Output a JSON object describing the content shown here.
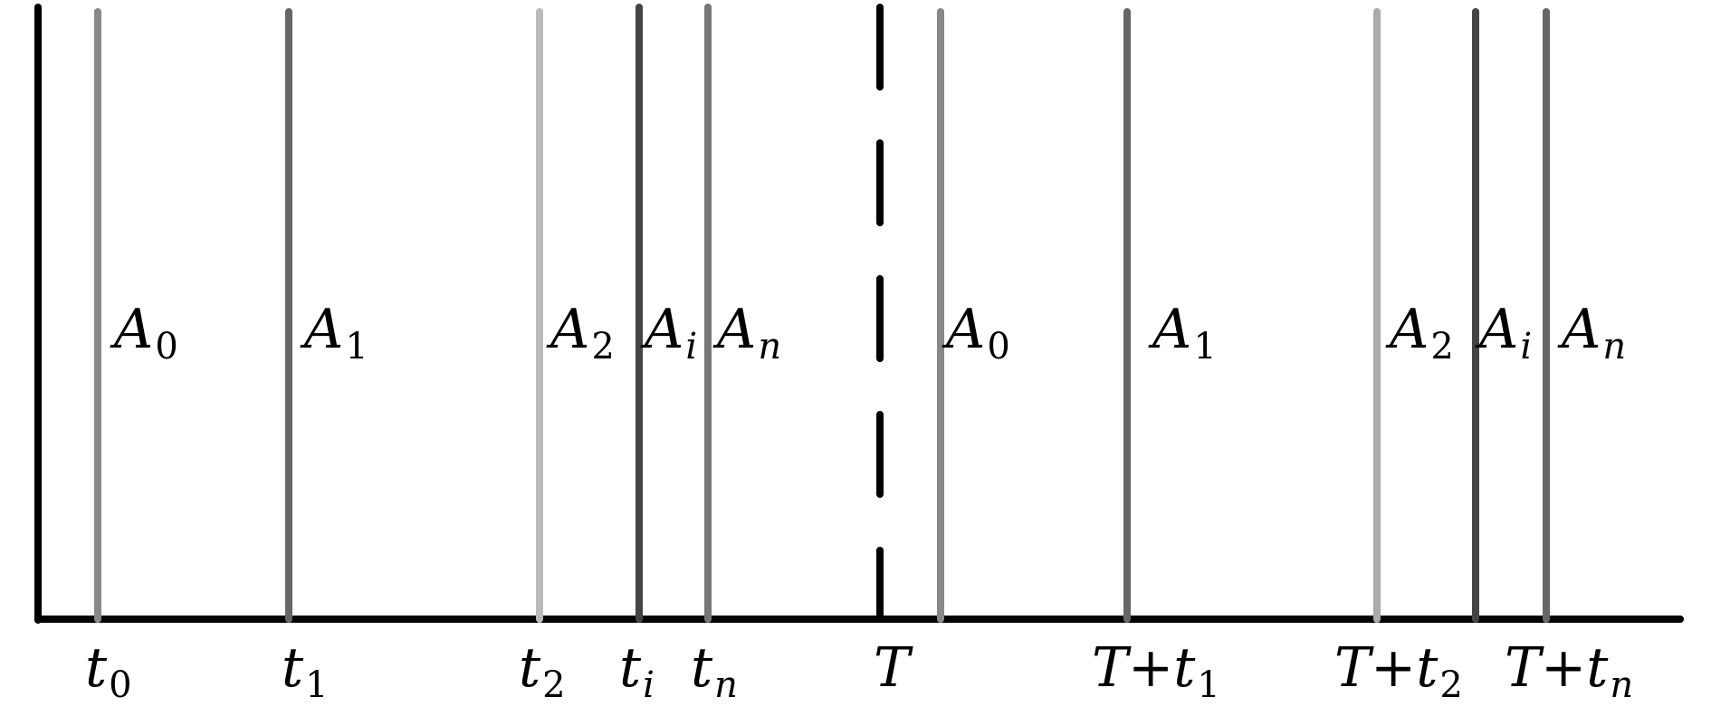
{
  "diagram": {
    "period_label": "T",
    "pulses": [
      {
        "amp_main": "A",
        "amp_sub": "0",
        "sub_italic": false,
        "tick_main": "t",
        "tick_sub": "0",
        "tick_sub_italic": false,
        "color": "#888888"
      },
      {
        "amp_main": "A",
        "amp_sub": "1",
        "sub_italic": false,
        "tick_main": "t",
        "tick_sub": "1",
        "tick_sub_italic": false,
        "color": "#666666"
      },
      {
        "amp_main": "A",
        "amp_sub": "2",
        "sub_italic": false,
        "tick_main": "t",
        "tick_sub": "2",
        "tick_sub_italic": false,
        "color": "#bbbbbb"
      },
      {
        "amp_main": "A",
        "amp_sub": "i",
        "sub_italic": true,
        "tick_main": "t",
        "tick_sub": "i",
        "tick_sub_italic": true,
        "color": "#444444"
      },
      {
        "amp_main": "A",
        "amp_sub": "n",
        "sub_italic": true,
        "tick_main": "t",
        "tick_sub": "n",
        "tick_sub_italic": true,
        "color": "#777777"
      },
      {
        "amp_main": "A",
        "amp_sub": "0",
        "sub_italic": false,
        "tick_main": "",
        "tick_sub": "",
        "tick_sub_italic": false,
        "color": "#888888"
      },
      {
        "amp_main": "A",
        "amp_sub": "1",
        "sub_italic": false,
        "tick_main": "T+t",
        "tick_sub": "1",
        "tick_sub_italic": false,
        "color": "#666666"
      },
      {
        "amp_main": "A",
        "amp_sub": "2",
        "sub_italic": false,
        "tick_main": "T+t",
        "tick_sub": "2",
        "tick_sub_italic": false,
        "color": "#aaaaaa"
      },
      {
        "amp_main": "A",
        "amp_sub": "i",
        "sub_italic": true,
        "tick_main": "",
        "tick_sub": "",
        "tick_sub_italic": false,
        "color": "#444444"
      },
      {
        "amp_main": "A",
        "amp_sub": "n",
        "sub_italic": true,
        "tick_main": "T+t",
        "tick_sub": "n",
        "tick_sub_italic": true,
        "color": "#666666"
      }
    ]
  }
}
